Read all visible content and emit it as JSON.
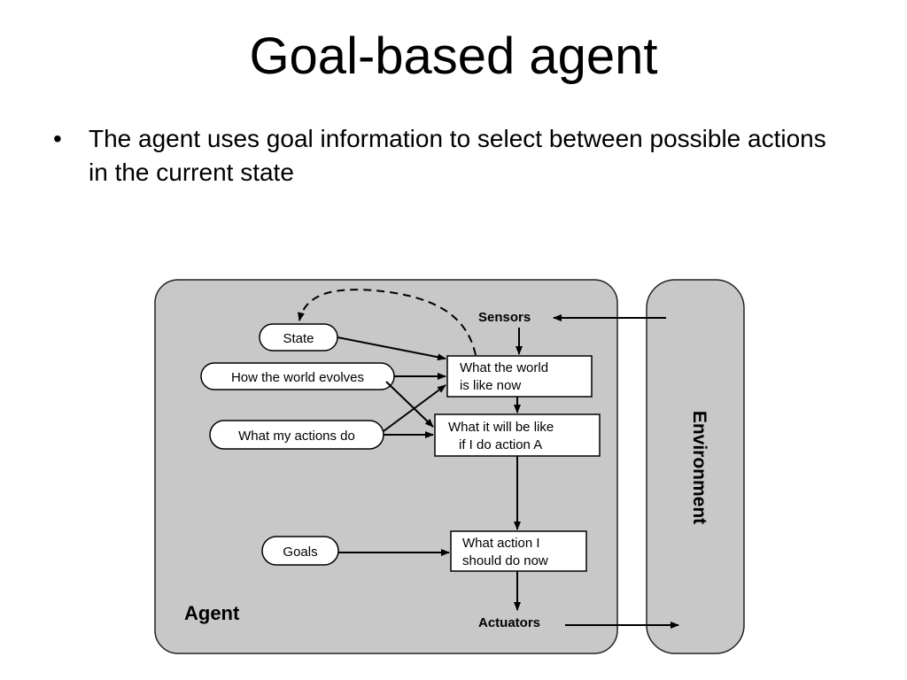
{
  "slide": {
    "title": "Goal-based agent",
    "bullets": [
      "The agent uses goal information to select between possible actions in the current state"
    ]
  },
  "diagram": {
    "agent_label": "Agent",
    "environment_label": "Environment",
    "sensors_label": "Sensors",
    "actuators_label": "Actuators",
    "ovals": {
      "state": "State",
      "world_evolves": "How the world evolves",
      "actions_do": "What my actions do",
      "goals": "Goals"
    },
    "boxes": {
      "world_now": [
        "What the world",
        "is like now"
      ],
      "will_be": [
        "What it will be like",
        "if I do action A"
      ],
      "action_now": [
        "What action I",
        "should do now"
      ]
    },
    "colors": {
      "panel_fill": "#c8c8c8",
      "stroke": "#000000",
      "node_fill": "#ffffff"
    }
  }
}
